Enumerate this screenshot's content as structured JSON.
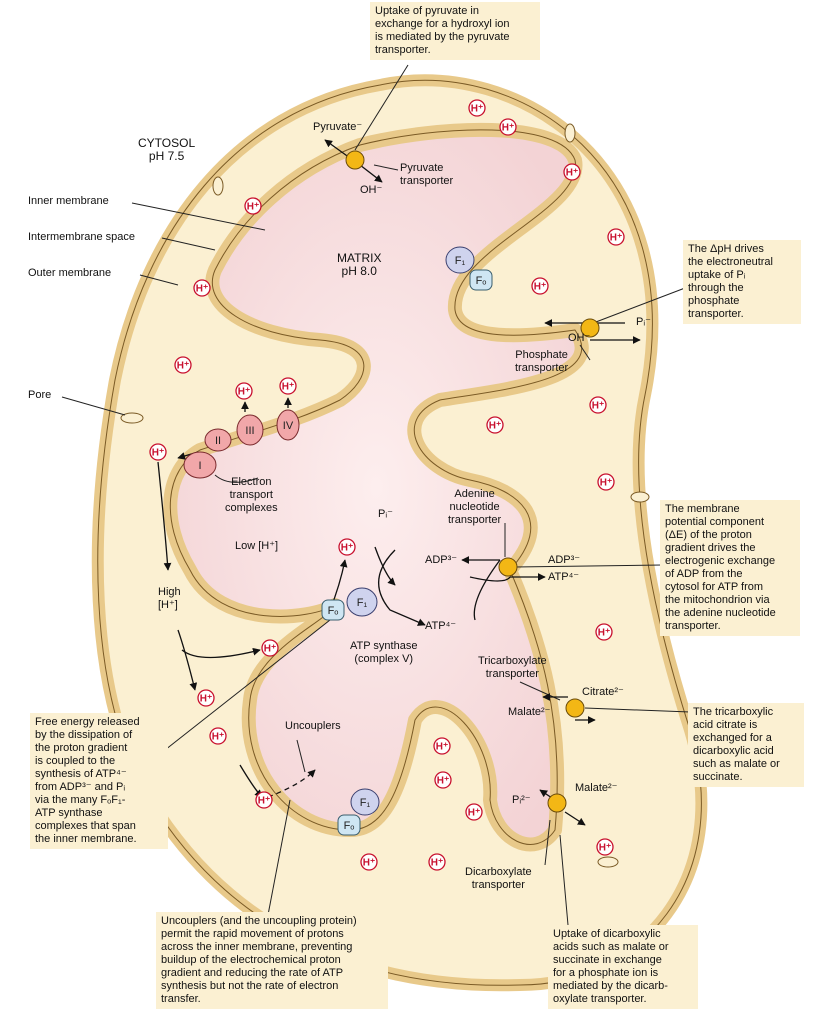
{
  "compartments": {
    "cytosol": [
      "CYTOSOL",
      "pH 7.5"
    ],
    "matrix": [
      "MATRIX",
      "pH 8.0"
    ]
  },
  "labels": {
    "inner_membrane": "Inner membrane",
    "intermembrane_space": "Intermembrane space",
    "outer_membrane": "Outer membrane",
    "pore": "Pore",
    "electron_transport": [
      "Electron",
      "transport",
      "complexes"
    ],
    "low_h": "Low [H⁺]",
    "high_h": [
      "High",
      "[H⁺]"
    ],
    "atp_synthase": [
      "ATP synthase",
      "(complex V)"
    ],
    "uncouplers": "Uncouplers",
    "adenine_nucleotide_transporter": [
      "Adenine",
      "nucleotide",
      "transporter"
    ],
    "pyruvate_transporter": [
      "Pyruvate",
      "transporter"
    ],
    "phosphate_transporter": [
      "Phosphate",
      "transporter"
    ],
    "tricarboxylate_transporter": [
      "Tricarboxylate",
      "transporter"
    ],
    "dicarboxylate_transporter": [
      "Dicarboxylate",
      "transporter"
    ]
  },
  "complexes": [
    "I",
    "II",
    "III",
    "IV"
  ],
  "f1": "F₁",
  "fo": "Fₒ",
  "h_ion": "H⁺",
  "molecules": {
    "pyruvate": "Pyruvate⁻",
    "oh_top": "OH⁻",
    "pi_right": "Pᵢ⁻",
    "oh_right": "OH⁻",
    "pi_matrix": "Pᵢ⁻",
    "adp_matrix": "ADP³⁻",
    "atp_matrix": "ATP⁴⁻",
    "adp_out": "ADP³⁻",
    "atp_out": "ATP⁴⁻",
    "citrate": "Citrate²⁻",
    "malate_in": "Malate²⁻",
    "malate_out": "Malate²⁻",
    "pi_lower": "Pᵢ²⁻"
  },
  "callouts": {
    "top": [
      "Uptake of pyruvate in",
      "exchange for a hydroxyl ion",
      "is mediated by the pyruvate",
      "transporter."
    ],
    "right_ph": [
      "The ΔpH drives",
      "the electroneutral",
      "uptake of Pᵢ",
      "through the",
      "phosphate",
      "transporter."
    ],
    "right_membrane": [
      "The membrane",
      "potential component",
      "(ΔE) of the proton",
      "gradient drives the",
      "electrogenic exchange",
      "of ADP from the",
      "cytosol for ATP from",
      "the mitochondrion via",
      "the adenine nucleotide",
      "transporter."
    ],
    "right_citrate": [
      "The tricarboxylic",
      "acid citrate is",
      "exchanged for a",
      "dicarboxylic acid",
      "such as malate or",
      "succinate."
    ],
    "left_free_energy": [
      "Free energy released",
      "by the dissipation of",
      "the proton gradient",
      "is coupled to the",
      "synthesis of ATP⁴⁻",
      "from ADP³⁻ and Pᵢ",
      "via the many FₒF₁-",
      "ATP synthase",
      "complexes that span",
      "the inner membrane."
    ],
    "bottom_uncouplers": [
      "Uncouplers (and the uncoupling protein)",
      "permit the rapid movement of protons",
      "across the inner membrane, preventing",
      "buildup of the electrochemical proton",
      "gradient and reducing the rate of ATP",
      "synthesis but not the rate of electron",
      "transfer."
    ],
    "bottom_right": [
      "Uptake of dicarboxylic",
      "acids such as malate or",
      "succinate in exchange",
      "for a phosphate ion is",
      "mediated by the dicarb-",
      "oxylate transporter."
    ]
  },
  "colors": {
    "outer_membrane": "#e8c98a",
    "intermembrane": "#fbf0d2",
    "matrix": "#f7e1e1",
    "transporter": "#f3b715",
    "complex": "#f1a7a9",
    "f1": "#cfd3ee",
    "fo": "#cfe6f3",
    "h_ion": "#c8102e",
    "callout_bg": "#fbf0d2"
  }
}
